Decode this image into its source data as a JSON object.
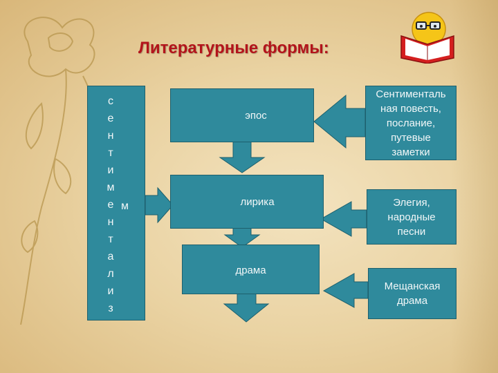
{
  "title": "Литературные формы:",
  "left_column": {
    "letters": [
      "с",
      "е",
      "н",
      "т",
      "и",
      "м",
      "е",
      "н",
      "т",
      "а",
      "л",
      "и",
      "з"
    ],
    "suffix": "м"
  },
  "center_boxes": [
    {
      "label": "эпос"
    },
    {
      "label": "лирика"
    },
    {
      "label": "драма"
    }
  ],
  "right_boxes": [
    {
      "label": "Сентиментальная повесть, послание, путевые заметки",
      "lines": [
        "Сентименталь",
        "ная повесть,",
        "послание,",
        "путевые",
        "заметки"
      ]
    },
    {
      "label": "Элегия, народные песни",
      "lines": [
        "Элегия,",
        "народные",
        "песни"
      ]
    },
    {
      "label": "Мещанская драма",
      "lines": [
        "Мещанская",
        "драма"
      ]
    }
  ],
  "colors": {
    "box_fill": "#2f8a9c",
    "title": "#b3141b",
    "background": "#ead3a3"
  },
  "icons": [
    "rose-decoration-icon",
    "reading-smiley-icon"
  ]
}
